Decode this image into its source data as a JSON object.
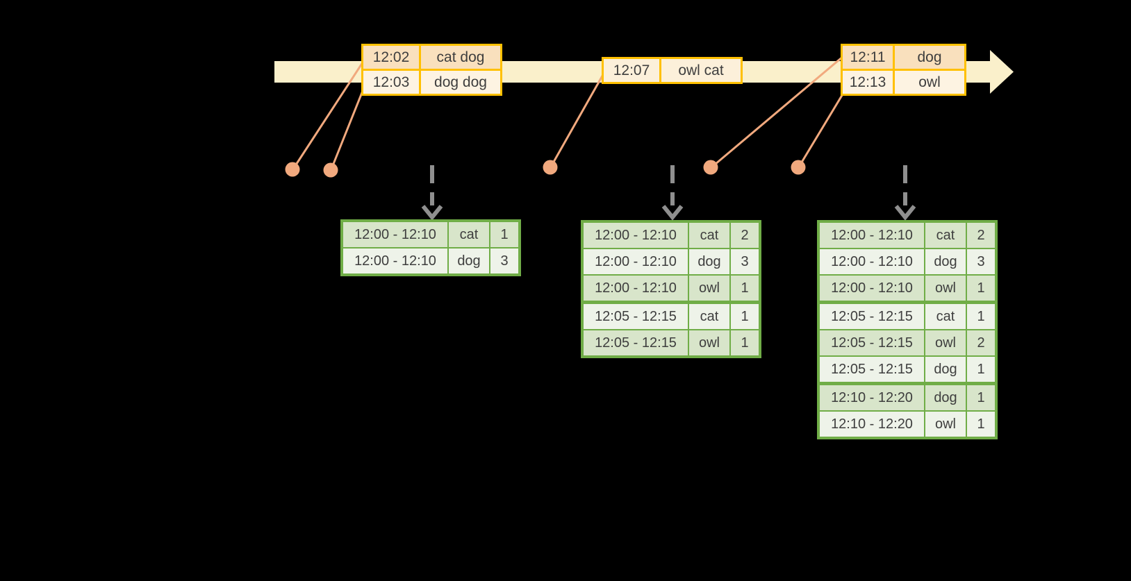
{
  "colors": {
    "background": "#000000",
    "timeline_band": "#FAF0CB",
    "event_table_border": "#FFC000",
    "event_row_dark": "#F9E0BD",
    "event_row_light": "#FDF3E2",
    "connector_dot": "#F1A97E",
    "result_table_border": "#70AD47",
    "result_row_dark": "#D8E5CA",
    "result_row_light": "#EEF3E9",
    "trigger_arrow": "#8F8F8F",
    "text": "#3E3E3E"
  },
  "timeline": {
    "tables": [
      {
        "rows": [
          {
            "time": "12:02",
            "words": "cat dog"
          },
          {
            "time": "12:03",
            "words": "dog dog"
          }
        ]
      },
      {
        "rows": [
          {
            "time": "12:07",
            "words": "owl cat"
          }
        ]
      },
      {
        "rows": [
          {
            "time": "12:11",
            "words": "dog"
          },
          {
            "time": "12:13",
            "words": "owl"
          }
        ]
      }
    ]
  },
  "result_tables": [
    {
      "rows": [
        {
          "window": "12:00 - 12:10",
          "word": "cat",
          "count": "1"
        },
        {
          "window": "12:00 - 12:10",
          "word": "dog",
          "count": "3"
        }
      ]
    },
    {
      "rows": [
        {
          "window": "12:00 - 12:10",
          "word": "cat",
          "count": "2"
        },
        {
          "window": "12:00 - 12:10",
          "word": "dog",
          "count": "3"
        },
        {
          "window": "12:00 - 12:10",
          "word": "owl",
          "count": "1"
        },
        {
          "window": "12:05 - 12:15",
          "word": "cat",
          "count": "1"
        },
        {
          "window": "12:05 - 12:15",
          "word": "owl",
          "count": "1"
        }
      ]
    },
    {
      "rows": [
        {
          "window": "12:00 - 12:10",
          "word": "cat",
          "count": "2"
        },
        {
          "window": "12:00 - 12:10",
          "word": "dog",
          "count": "3"
        },
        {
          "window": "12:00 - 12:10",
          "word": "owl",
          "count": "1"
        },
        {
          "window": "12:05 - 12:15",
          "word": "cat",
          "count": "1"
        },
        {
          "window": "12:05 - 12:15",
          "word": "owl",
          "count": "2"
        },
        {
          "window": "12:05 - 12:15",
          "word": "dog",
          "count": "1"
        },
        {
          "window": "12:10 - 12:20",
          "word": "dog",
          "count": "1"
        },
        {
          "window": "12:10 - 12:20",
          "word": "owl",
          "count": "1"
        }
      ]
    }
  ]
}
